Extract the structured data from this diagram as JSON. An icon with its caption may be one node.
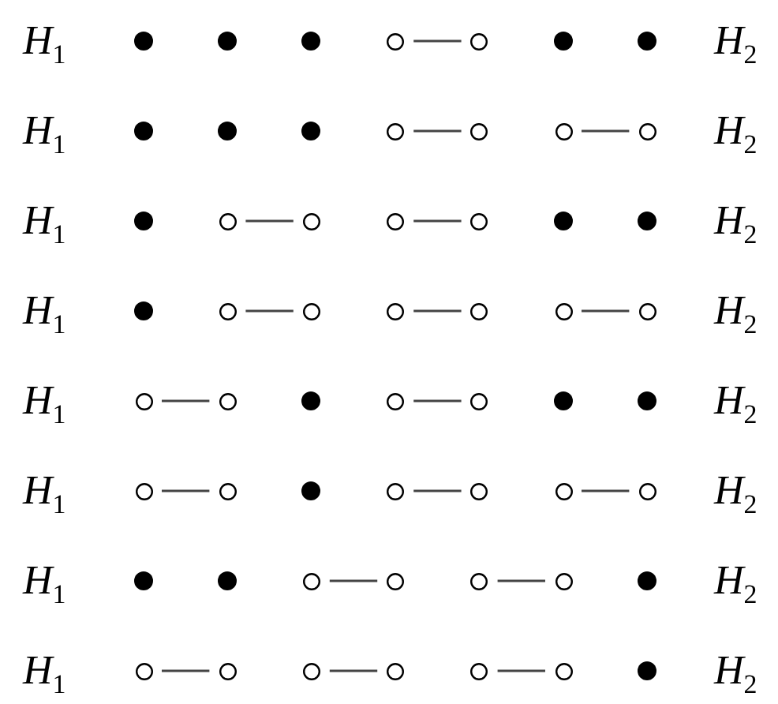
{
  "diagram": {
    "nodes": [
      {
        "text": [
          "*H*$_{1}$"
        ]
      },
      {
        "text": [],
        "shape": "dot"
      },
      {
        "text": [],
        "shape": "dot"
      },
      {
        "text": [],
        "shape": "dot"
      },
      {
        "text": [],
        "shape": "circle"
      },
      {
        "text": [],
        "shape": "circle"
      },
      {
        "text": [],
        "shape": "dot"
      },
      {
        "text": [],
        "shape": "dot"
      },
      {
        "text": [
          "*H*$_{2}$"
        ]
      },
      {
        "text": [
          "*H*$_{1}$"
        ]
      },
      {
        "text": [],
        "shape": "dot"
      },
      {
        "text": [],
        "shape": "dot"
      },
      {
        "text": [],
        "shape": "dot"
      },
      {
        "text": [],
        "shape": "circle"
      },
      {
        "text": [],
        "shape": "circle"
      },
      {
        "text": [],
        "shape": "circle"
      },
      {
        "text": [],
        "shape": "circle"
      },
      {
        "text": [
          "*H*$_{2}$"
        ]
      },
      {
        "text": [
          "*H*$_{1}$"
        ]
      },
      {
        "text": [],
        "shape": "dot"
      },
      {
        "text": [],
        "shape": "circle"
      },
      {
        "text": [],
        "shape": "circle"
      },
      {
        "text": [],
        "shape": "circle"
      },
      {
        "text": [],
        "shape": "circle"
      },
      {
        "text": [],
        "shape": "dot"
      },
      {
        "text": [],
        "shape": "dot"
      },
      {
        "text": [
          "*H*$_{2}$"
        ]
      },
      {
        "text": [
          "*H*$_{1}$"
        ]
      },
      {
        "text": [],
        "shape": "dot"
      },
      {
        "text": [],
        "shape": "circle"
      },
      {
        "text": [],
        "shape": "circle"
      },
      {
        "text": [],
        "shape": "circle"
      },
      {
        "text": [],
        "shape": "circle"
      },
      {
        "text": [],
        "shape": "circle"
      },
      {
        "text": [],
        "shape": "circle"
      },
      {
        "text": [
          "*H*$_{2}$"
        ]
      },
      {
        "text": [
          "*H*$_{1}$"
        ]
      },
      {
        "text": [],
        "shape": "circle"
      },
      {
        "text": [],
        "shape": "circle"
      },
      {
        "text": [],
        "shape": "dot"
      },
      {
        "text": [],
        "shape": "circle"
      },
      {
        "text": [],
        "shape": "circle"
      },
      {
        "text": [],
        "shape": "dot"
      },
      {
        "text": [],
        "shape": "dot"
      },
      {
        "text": [
          "*H*$_{2}$"
        ]
      },
      {
        "text": [
          "*H*$_{1}$"
        ]
      },
      {
        "text": [],
        "shape": "circle"
      },
      {
        "text": [],
        "shape": "circle"
      },
      {
        "text": [],
        "shape": "dot"
      },
      {
        "text": [],
        "shape": "circle"
      },
      {
        "text": [],
        "shape": "circle"
      },
      {
        "text": [],
        "shape": "circle"
      },
      {
        "text": [],
        "shape": "circle"
      },
      {
        "text": [
          "*H*$_{2}$"
        ]
      },
      {
        "text": [
          "*H*$_{1}$"
        ]
      },
      {
        "text": [],
        "shape": "dot"
      },
      {
        "text": [],
        "shape": "dot"
      },
      {
        "text": [],
        "shape": "circle"
      },
      {
        "text": [],
        "shape": "circle"
      },
      {
        "text": [],
        "shape": "circle"
      },
      {
        "text": [],
        "shape": "circle"
      },
      {
        "text": [],
        "shape": "dot"
      },
      {
        "text": [
          "*H*$_{2}$"
        ]
      },
      {
        "text": [
          "*H*$_{1}$"
        ]
      },
      {
        "text": [],
        "shape": "circle"
      },
      {
        "text": [],
        "shape": "circle"
      },
      {
        "text": [],
        "shape": "circle"
      },
      {
        "text": [],
        "shape": "circle"
      },
      {
        "text": [],
        "shape": "circle"
      },
      {
        "text": [],
        "shape": "circle"
      },
      {
        "text": [],
        "shape": "dot"
      },
      {
        "text": [
          "*H*$_{2}$"
        ]
      }
    ],
    "edges": [
      {
        "from": 4,
        "to": 5,
        "arrow": "none"
      },
      {
        "from": 13,
        "to": 14,
        "arrow": "none"
      },
      {
        "from": 15,
        "to": 16,
        "arrow": "none"
      },
      {
        "from": 20,
        "to": 21,
        "arrow": "none"
      },
      {
        "from": 22,
        "to": 23,
        "arrow": "none"
      },
      {
        "from": 29,
        "to": 30,
        "arrow": "none"
      },
      {
        "from": 31,
        "to": 32,
        "arrow": "none"
      },
      {
        "from": 33,
        "to": 34,
        "arrow": "none"
      },
      {
        "from": 37,
        "to": 38,
        "arrow": "none"
      },
      {
        "from": 40,
        "to": 41,
        "arrow": "none"
      },
      {
        "from": 46,
        "to": 47,
        "arrow": "none"
      },
      {
        "from": 49,
        "to": 50,
        "arrow": "none"
      },
      {
        "from": 51,
        "to": 52,
        "arrow": "none"
      },
      {
        "from": 57,
        "to": 58,
        "arrow": "none"
      },
      {
        "from": 59,
        "to": 60,
        "arrow": "none"
      },
      {
        "from": 64,
        "to": 65,
        "arrow": "none"
      },
      {
        "from": 66,
        "to": 67,
        "arrow": "none"
      },
      {
        "from": 68,
        "to": 69,
        "arrow": "none"
      }
    ]
  }
}
